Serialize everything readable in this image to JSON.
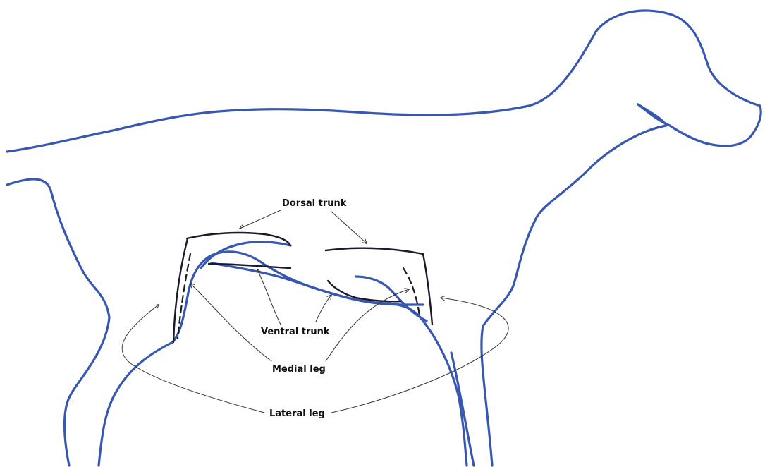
{
  "colors": {
    "body_outline": "#3857b0",
    "structure": "#1a1a2a",
    "leader_line": "#333333",
    "background": "#ffffff"
  },
  "labels": {
    "dorsal_trunk": "Dorsal trunk",
    "ventral_trunk": "Ventral trunk",
    "medial_leg": "Medial leg",
    "lateral_leg": "Lateral leg"
  }
}
